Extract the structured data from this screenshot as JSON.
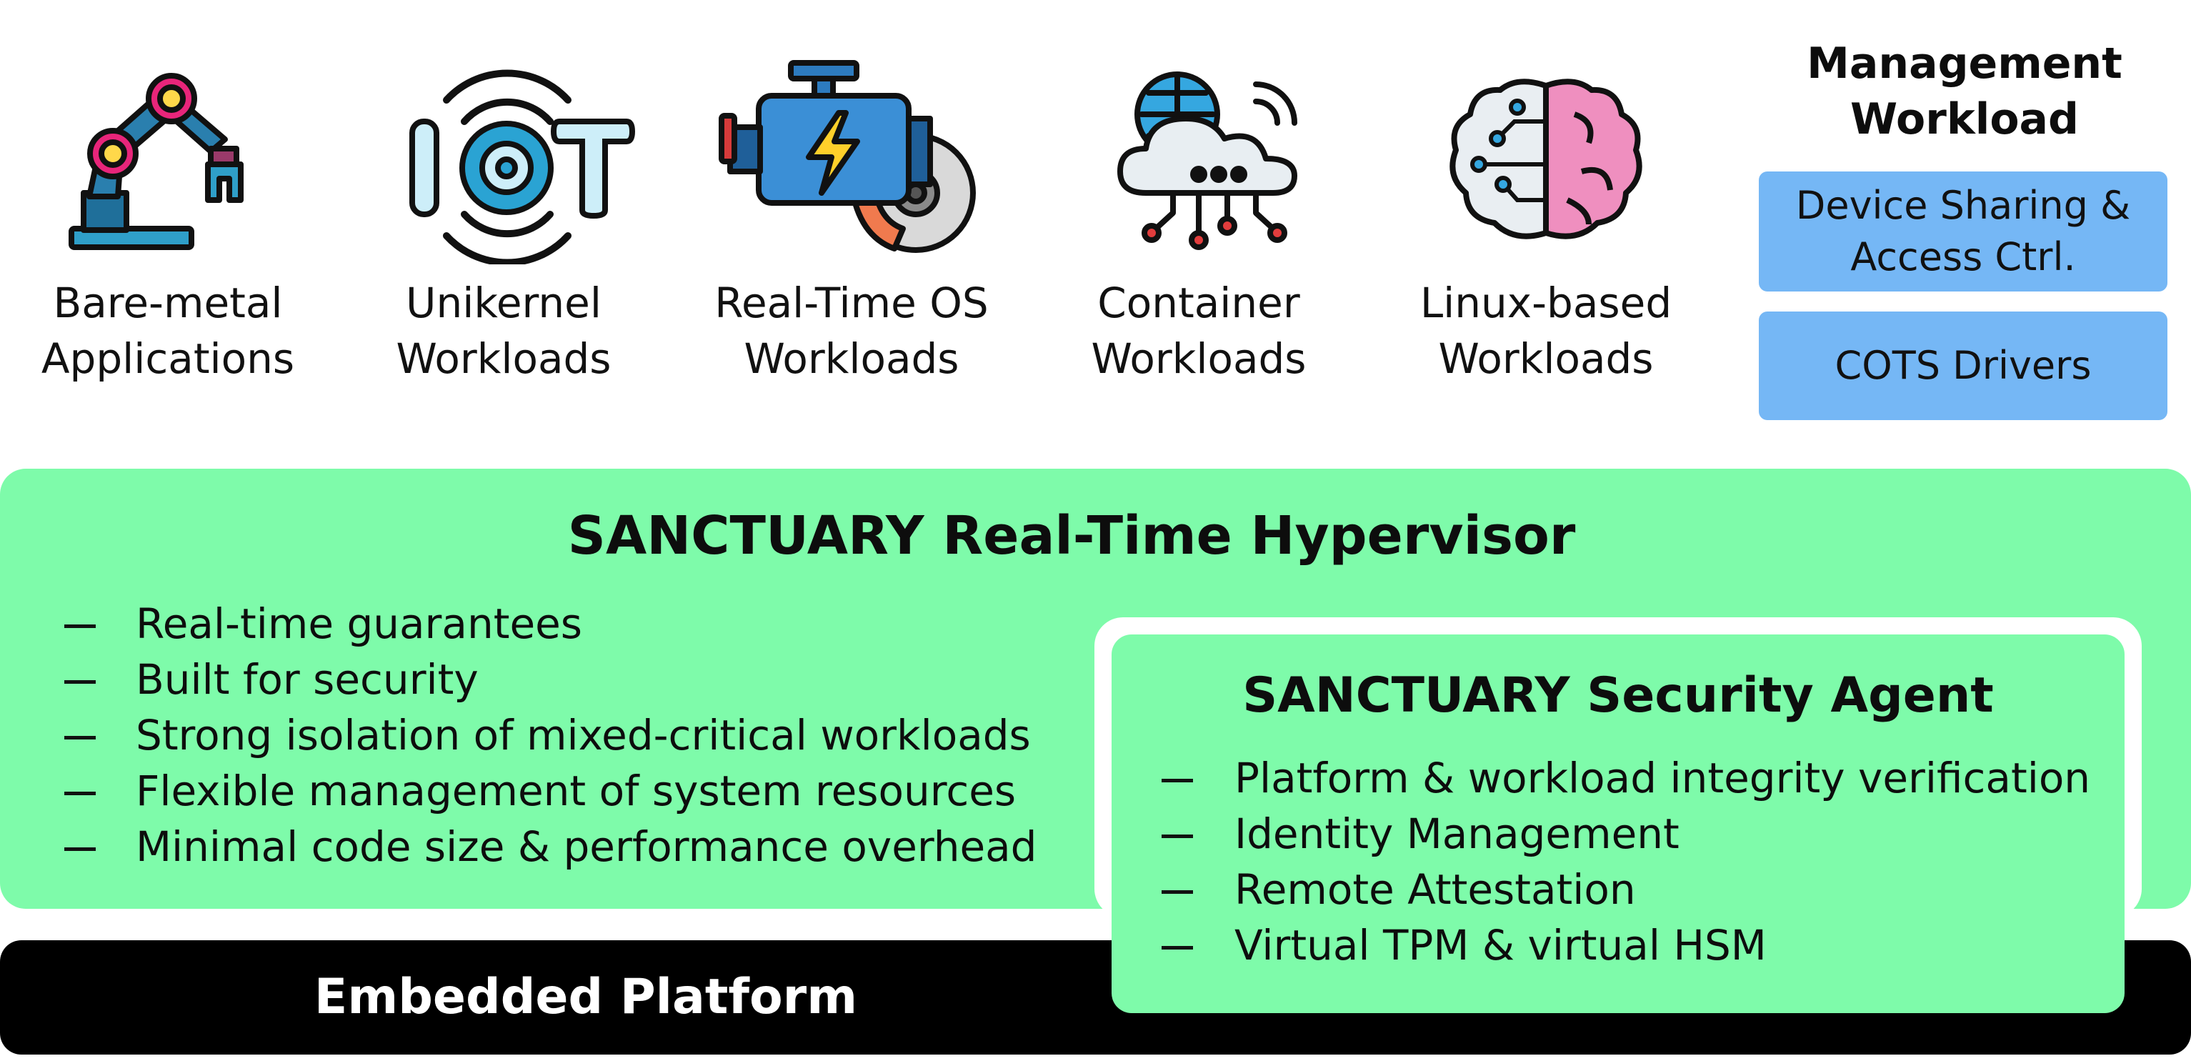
{
  "workloads": [
    {
      "line1": "Bare-metal",
      "line2": "Applications",
      "icon": "robot-arm-icon"
    },
    {
      "line1": "Unikernel",
      "line2": "Workloads",
      "icon": "iot-icon"
    },
    {
      "line1": "Real-Time OS",
      "line2": "Workloads",
      "icon": "engine-brake-icon"
    },
    {
      "line1": "Container",
      "line2": "Workloads",
      "icon": "cloud-network-icon"
    },
    {
      "line1": "Linux-based",
      "line2": "Workloads",
      "icon": "brain-icon"
    }
  ],
  "management": {
    "title_line1": "Management",
    "title_line2": "Workload",
    "box1_line1": "Device Sharing &",
    "box1_line2": "Access Ctrl.",
    "box2": "COTS Drivers",
    "box_color": "#75b7f5"
  },
  "hypervisor": {
    "title": "SANCTUARY Real-Time Hypervisor",
    "color": "#7efbaa",
    "bullets": [
      "Real-time guarantees",
      "Built for security",
      "Strong isolation of mixed-critical workloads",
      "Flexible management of system resources",
      "Minimal code size & performance overhead"
    ]
  },
  "agent": {
    "title": "SANCTUARY Security Agent",
    "bullets": [
      "Platform & workload integrity verification",
      "Identity Management",
      "Remote Attestation",
      "Virtual TPM & virtual HSM"
    ]
  },
  "platform": {
    "label": "Embedded Platform"
  }
}
